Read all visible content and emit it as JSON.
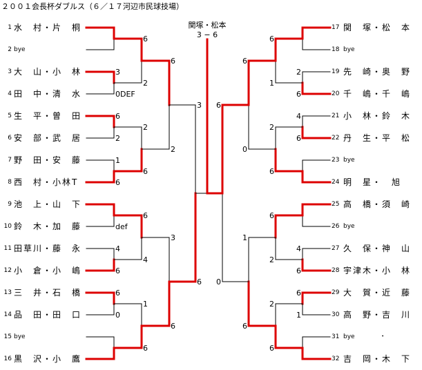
{
  "title": "２００１会長杯ダブルス（６／１７河辺市民球技場）",
  "colors": {
    "winner_line": "#dd0000",
    "line": "#000000"
  },
  "final": {
    "champion": "関塚・松本",
    "score": "3 − 6",
    "winner_side": "right"
  },
  "left": {
    "players": [
      {
        "no": "1",
        "name": "水　村・片　桐"
      },
      {
        "no": "2",
        "name": "bye"
      },
      {
        "no": "3",
        "name": "大　山・小　林"
      },
      {
        "no": "4",
        "name": "田　中・清　水"
      },
      {
        "no": "5",
        "name": "生　平・曽　田"
      },
      {
        "no": "6",
        "name": "安　部・武　居"
      },
      {
        "no": "7",
        "name": "野　田・安　藤"
      },
      {
        "no": "8",
        "name": "西　村・小林T"
      },
      {
        "no": "9",
        "name": "池　上・山　下"
      },
      {
        "no": "10",
        "name": "鈴　木・加　藤"
      },
      {
        "no": "11",
        "name": "田草川・藤　永"
      },
      {
        "no": "12",
        "name": "小　倉・小　嶋"
      },
      {
        "no": "13",
        "name": "三　井・石　橋"
      },
      {
        "no": "14",
        "name": "品　田・田　口"
      },
      {
        "no": "15",
        "name": "bye"
      },
      {
        "no": "16",
        "name": "黒　沢・小　鷹"
      }
    ],
    "rounds": [
      [
        {
          "s": [
            "",
            ""
          ],
          "w": 0
        },
        {
          "s": [
            "3",
            "0DEF"
          ],
          "w": 0
        },
        {
          "s": [
            "6",
            "2"
          ],
          "w": 0
        },
        {
          "s": [
            "1",
            "6"
          ],
          "w": 1
        },
        {
          "s": [
            "",
            "def"
          ],
          "w": 0
        },
        {
          "s": [
            "4",
            "6"
          ],
          "w": 1
        },
        {
          "s": [
            "6",
            "0"
          ],
          "w": 0
        },
        {
          "s": [
            "",
            ""
          ],
          "w": 1
        }
      ],
      [
        {
          "s": [
            "6",
            "2"
          ],
          "w": 0
        },
        {
          "s": [
            "2",
            "6"
          ],
          "w": 1
        },
        {
          "s": [
            "6",
            "4"
          ],
          "w": 0
        },
        {
          "s": [
            "1",
            "6"
          ],
          "w": 1
        }
      ],
      [
        {
          "s": [
            "6",
            "2"
          ],
          "w": 0
        },
        {
          "s": [
            "3",
            "6"
          ],
          "w": 1
        }
      ],
      [
        {
          "s": [
            "3",
            "6"
          ],
          "w": 1
        }
      ]
    ]
  },
  "right": {
    "players": [
      {
        "no": "17",
        "name": "関　塚・松　本"
      },
      {
        "no": "18",
        "name": "bye"
      },
      {
        "no": "19",
        "name": "先　崎・奥　野"
      },
      {
        "no": "20",
        "name": "千　嶋・千　嶋"
      },
      {
        "no": "21",
        "name": "小　林・鈴　木"
      },
      {
        "no": "22",
        "name": "丹　生・平　松"
      },
      {
        "no": "23",
        "name": "bye"
      },
      {
        "no": "24",
        "name": "明　星・　旭"
      },
      {
        "no": "25",
        "name": "高　橋・須　崎"
      },
      {
        "no": "26",
        "name": "bye"
      },
      {
        "no": "27",
        "name": "久　保・神　山"
      },
      {
        "no": "28",
        "name": "宇津木・小　林"
      },
      {
        "no": "29",
        "name": "大　賀・近　藤"
      },
      {
        "no": "30",
        "name": "高　野・吉　川"
      },
      {
        "no": "31",
        "name": "bye　　　　・"
      },
      {
        "no": "32",
        "name": "吉　岡・木　下"
      }
    ],
    "rounds": [
      [
        {
          "s": [
            "",
            ""
          ],
          "w": 0
        },
        {
          "s": [
            "2",
            "6"
          ],
          "w": 1
        },
        {
          "s": [
            "4",
            "6"
          ],
          "w": 1
        },
        {
          "s": [
            "",
            ""
          ],
          "w": 1
        },
        {
          "s": [
            "",
            ""
          ],
          "w": 0
        },
        {
          "s": [
            "4",
            "6"
          ],
          "w": 1
        },
        {
          "s": [
            "6",
            "1"
          ],
          "w": 0
        },
        {
          "s": [
            "",
            ""
          ],
          "w": 1
        }
      ],
      [
        {
          "s": [
            "6",
            "1"
          ],
          "w": 0
        },
        {
          "s": [
            "2",
            "6"
          ],
          "w": 1
        },
        {
          "s": [
            "6",
            "2"
          ],
          "w": 0
        },
        {
          "s": [
            "2",
            "6"
          ],
          "w": 1
        }
      ],
      [
        {
          "s": [
            "6",
            "0"
          ],
          "w": 0
        },
        {
          "s": [
            "1",
            "6"
          ],
          "w": 1
        }
      ],
      [
        {
          "s": [
            "6",
            "0"
          ],
          "w": 0
        }
      ]
    ]
  }
}
